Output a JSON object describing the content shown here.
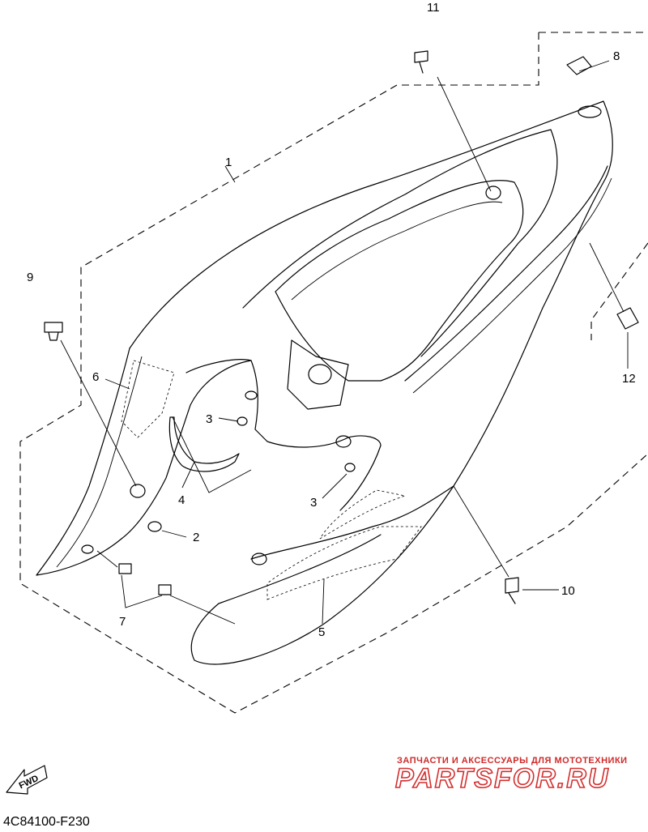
{
  "callouts": {
    "c1": "1",
    "c2": "2",
    "c3a": "3",
    "c3b": "3",
    "c4": "4",
    "c5": "5",
    "c6": "6",
    "c7": "7",
    "c8": "8",
    "c9": "9",
    "c10": "10",
    "c11": "11",
    "c12": "12"
  },
  "fwd_label": "FWD",
  "part_code": "4C84100-F230",
  "watermark": {
    "tagline": "ЗАПЧАСТИ И АКСЕССУАРЫ ДЛЯ МОТОТЕХНИКИ",
    "logo": "PARTSFOR.RU"
  },
  "colors": {
    "lines": "#000000",
    "watermark": "#d32f2f",
    "background": "#ffffff"
  }
}
